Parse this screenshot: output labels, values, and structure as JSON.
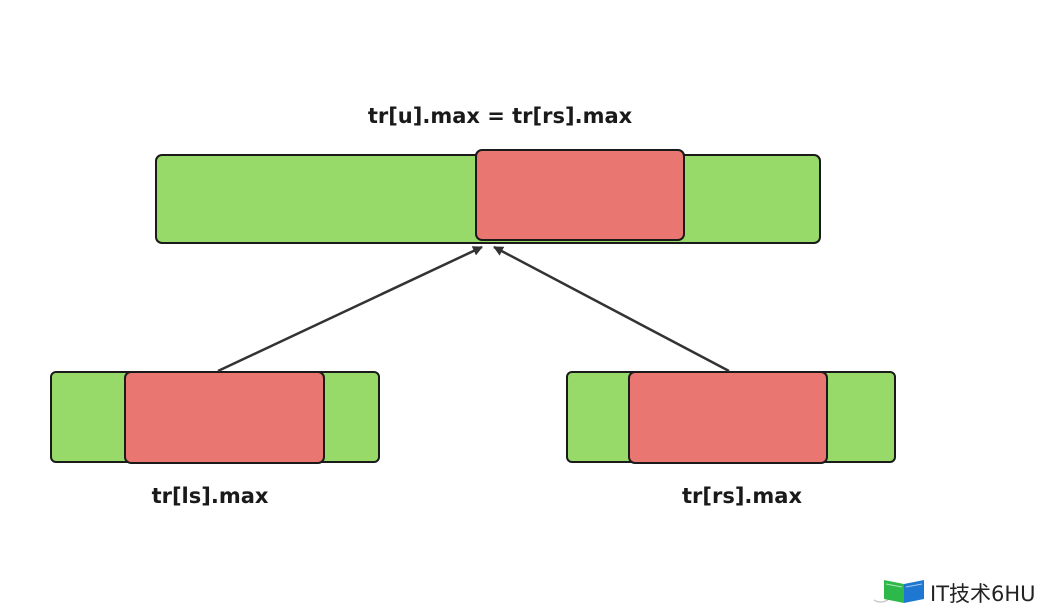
{
  "top_formula": "tr[u].max = tr[rs].max",
  "left_label": "tr[ls].max",
  "right_label": "tr[rs].max",
  "watermark": {
    "text": "IT技术6HU",
    "icon": "book-logo-icon"
  },
  "colors": {
    "green": "#97DA69",
    "red": "#EA7671",
    "stroke": "#1a1a1a",
    "arrow": "#333333"
  }
}
